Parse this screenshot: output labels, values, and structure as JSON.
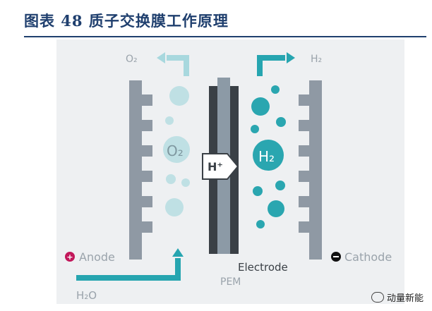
{
  "title": "图表 48 质子交换膜工作原理",
  "labels": {
    "o2_top": "O₂",
    "h2_top": "H₂",
    "o2_bubble": "O₂",
    "h2_bubble": "H₂",
    "h_plus": "H⁺",
    "anode": "Anode",
    "cathode": "Cathode",
    "electrode": "Electrode",
    "pem": "PEM",
    "h2o": "H₂O"
  },
  "watermark": "动量新能",
  "colors": {
    "plate": "#8f99a4",
    "membrane_dark": "#3a4046",
    "membrane_light": "#8c9aa6",
    "oxygen": "#bfe0e4",
    "hydrogen": "#2aa6b0",
    "arrow_light": "#a8d8de",
    "arrow_teal": "#26a5b0",
    "anode_dot": "#c2185b",
    "cathode_dot": "#111111"
  },
  "icons": [
    "plus-icon",
    "minus-icon",
    "arrow-icon"
  ]
}
